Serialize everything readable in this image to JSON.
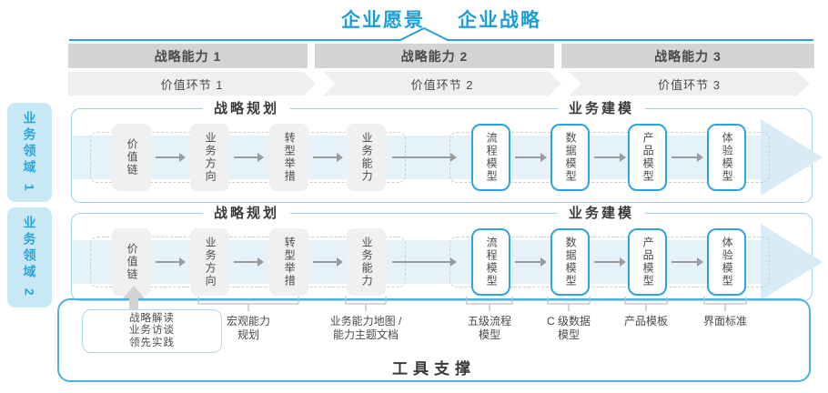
{
  "palette": {
    "accent_blue": "#1E9ED7",
    "domain_tab_bg": "#C9E8F6",
    "domain_tab_text": "#2BA5DC",
    "capability_bar_bg": "#D4D4D4",
    "value_band_bg": "#EFEFEF",
    "row_border": "#9ED2EC",
    "flow_band_fill": "#E6F2FA",
    "arrowhead_fill": "#D9EBF7",
    "gray_box_bg": "#F0F0F0",
    "blue_box_border": "#2FA3DB",
    "tool_border": "#4DB1DE"
  },
  "header": {
    "vision": "企业愿景",
    "strategy": "企业战略"
  },
  "capabilities": [
    "战略能力 1",
    "战略能力 2",
    "战略能力 3"
  ],
  "value_links": [
    "价值环节 1",
    "价值环节 2",
    "价值环节 3"
  ],
  "domains": [
    {
      "label": "业务领域 1"
    },
    {
      "label": "业务领域 2"
    }
  ],
  "row": {
    "sections": [
      "战略规划",
      "业务建模"
    ],
    "gray_boxes": [
      "价值链",
      "业务方向",
      "转型举措",
      "业务能力"
    ],
    "blue_boxes": [
      "流程模型",
      "数据模型",
      "产品模型",
      "体验模型"
    ]
  },
  "annotations": {
    "callout_box": [
      "战略解读",
      "业务访谈",
      "领先实践"
    ],
    "labels": [
      {
        "lines": [
          "宏观能力",
          "规划"
        ]
      },
      {
        "lines": [
          "业务能力地图 /",
          "能力主题文档"
        ]
      },
      {
        "lines": [
          "五级流程",
          "模型"
        ]
      },
      {
        "lines": [
          "C 级数据",
          "模型"
        ]
      },
      {
        "lines": [
          "产品模板"
        ]
      },
      {
        "lines": [
          "界面标准"
        ]
      }
    ]
  },
  "footer": {
    "tool_support": "工具支撑"
  }
}
